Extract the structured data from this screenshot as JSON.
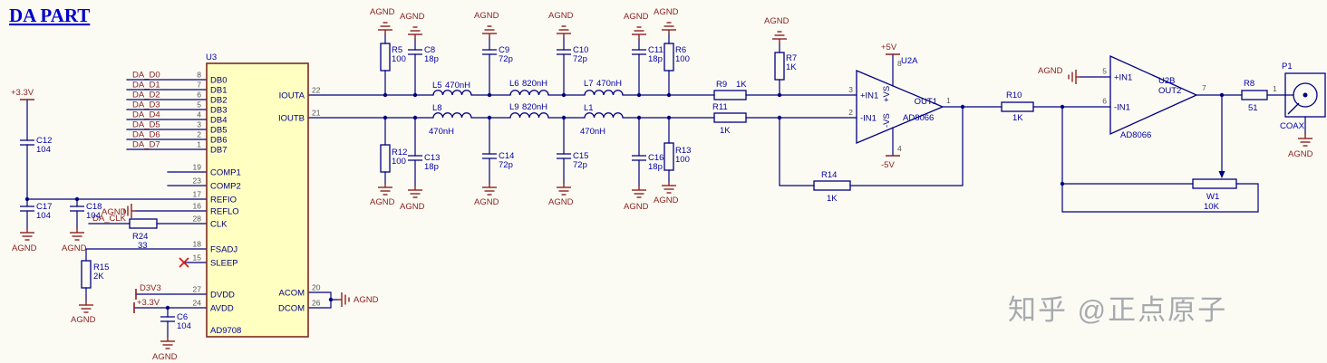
{
  "title": "DA PART",
  "watermark": "知乎 @正点原子",
  "nets": {
    "agnd": "AGND",
    "p3v3": "+3.3V",
    "p5v": "+5V",
    "n5v": "-5V",
    "d3v3": "D3V3"
  },
  "signals": {
    "d0": "DA_D0",
    "d1": "DA_D1",
    "d2": "DA_D2",
    "d3": "DA_D3",
    "d4": "DA_D4",
    "d5": "DA_D5",
    "d6": "DA_D6",
    "d7": "DA_D7",
    "clk": "DA_CLK"
  },
  "u3": {
    "ref": "U3",
    "part": "AD9708",
    "pins": {
      "db0": {
        "name": "DB0",
        "num": "8"
      },
      "db1": {
        "name": "DB1",
        "num": "7"
      },
      "db2": {
        "name": "DB2",
        "num": "6"
      },
      "db3": {
        "name": "DB3",
        "num": "5"
      },
      "db4": {
        "name": "DB4",
        "num": "4"
      },
      "db5": {
        "name": "DB5",
        "num": "3"
      },
      "db6": {
        "name": "DB6",
        "num": "2"
      },
      "db7": {
        "name": "DB7",
        "num": "1"
      },
      "comp1": {
        "name": "COMP1",
        "num": "19"
      },
      "comp2": {
        "name": "COMP2",
        "num": "23"
      },
      "refio": {
        "name": "REFIO",
        "num": "17"
      },
      "reflo": {
        "name": "REFLO",
        "num": "16"
      },
      "clk": {
        "name": "CLK",
        "num": "28"
      },
      "fsadj": {
        "name": "FSADJ",
        "num": "18"
      },
      "sleep": {
        "name": "SLEEP",
        "num": "15"
      },
      "dvdd": {
        "name": "DVDD",
        "num": "27"
      },
      "avdd": {
        "name": "AVDD",
        "num": "24"
      },
      "iouta": {
        "name": "IOUTA",
        "num": "22"
      },
      "ioutb": {
        "name": "IOUTB",
        "num": "21"
      },
      "acom": {
        "name": "ACOM",
        "num": "20"
      },
      "dcom": {
        "name": "DCOM",
        "num": "26"
      }
    }
  },
  "u2a": {
    "ref": "U2A",
    "part": "AD8066",
    "in_p": "+IN1",
    "in_n": "-IN1",
    "out": "OUT1",
    "vs_p": "+VS",
    "vs_n": "-VS",
    "pin_in_p": "3",
    "pin_in_n": "2",
    "pin_out": "1",
    "pin_vs_p": "8",
    "pin_vs_n": "4"
  },
  "u2b": {
    "ref": "U2B",
    "part": "AD8066",
    "in_p": "+IN1",
    "in_n": "-IN1",
    "out": "OUT2",
    "pin_in_p": "5",
    "pin_in_n": "6",
    "pin_out": "7"
  },
  "p1": {
    "ref": "P1",
    "label": "COAX",
    "pin": "1"
  },
  "r": {
    "r5": {
      "ref": "R5",
      "val": "100"
    },
    "r6": {
      "ref": "R6",
      "val": "100"
    },
    "r7": {
      "ref": "R7",
      "val": "1K"
    },
    "r8": {
      "ref": "R8",
      "val": "51"
    },
    "r9": {
      "ref": "R9",
      "val": "1K"
    },
    "r10": {
      "ref": "R10",
      "val": "1K"
    },
    "r11": {
      "ref": "R11",
      "val": "1K"
    },
    "r12": {
      "ref": "R12",
      "val": "100"
    },
    "r13": {
      "ref": "R13",
      "val": "100"
    },
    "r14": {
      "ref": "R14",
      "val": "1K"
    },
    "r15": {
      "ref": "R15",
      "val": "2K"
    },
    "r24": {
      "ref": "R24",
      "val": "33"
    },
    "w1": {
      "ref": "W1",
      "val": "10K"
    }
  },
  "c": {
    "c6": {
      "ref": "C6",
      "val": "104"
    },
    "c8": {
      "ref": "C8",
      "val": "18p"
    },
    "c9": {
      "ref": "C9",
      "val": "72p"
    },
    "c10": {
      "ref": "C10",
      "val": "72p"
    },
    "c11": {
      "ref": "C11",
      "val": "18p"
    },
    "c12": {
      "ref": "C12",
      "val": "104"
    },
    "c13": {
      "ref": "C13",
      "val": "18p"
    },
    "c14": {
      "ref": "C14",
      "val": "72p"
    },
    "c15": {
      "ref": "C15",
      "val": "72p"
    },
    "c16": {
      "ref": "C16",
      "val": "18p"
    },
    "c17": {
      "ref": "C17",
      "val": "104"
    },
    "c18": {
      "ref": "C18",
      "val": "104"
    }
  },
  "l": {
    "l1": {
      "ref": "L1",
      "val": "470nH"
    },
    "l5": {
      "ref": "L5",
      "val": "470nH"
    },
    "l6": {
      "ref": "L6",
      "val": "820nH"
    },
    "l7": {
      "ref": "L7",
      "val": "470nH"
    },
    "l8": {
      "ref": "L8",
      "val": "470nH"
    },
    "l9": {
      "ref": "L9",
      "val": "820nH"
    }
  }
}
